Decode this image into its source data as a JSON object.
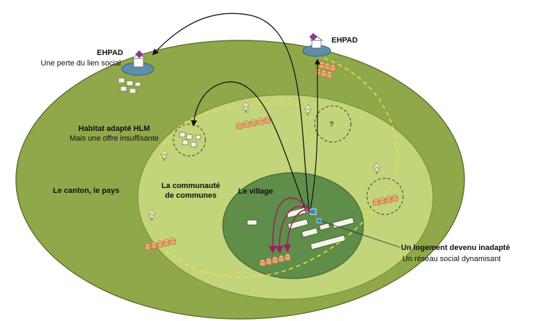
{
  "labels": {
    "ehpad_left_title": "EHPAD",
    "ehpad_left_sub": "Une perte du lien social",
    "ehpad_right_title": "EHPAD",
    "hlm_title": "Habitat adapté HLM",
    "hlm_sub": "Mais une offre insuffisante",
    "canton": "Le canton, le pays",
    "communaute_1": "La communauté",
    "communaute_2": "de communes",
    "village": "Le village",
    "question": "?",
    "logement_title": "Un logement devenu inadapté",
    "logement_sub": "Un réseau social dynamisant"
  },
  "colors": {
    "outer_zone": "#8fa84a",
    "middle_zone": "#c2d57a",
    "inner_zone": "#5e8e4a",
    "dashed_path": "#f2e23a",
    "magenta_arrows": "#9c1f63",
    "black_arrows": "#111111",
    "house_orange": "#e9a56a"
  }
}
